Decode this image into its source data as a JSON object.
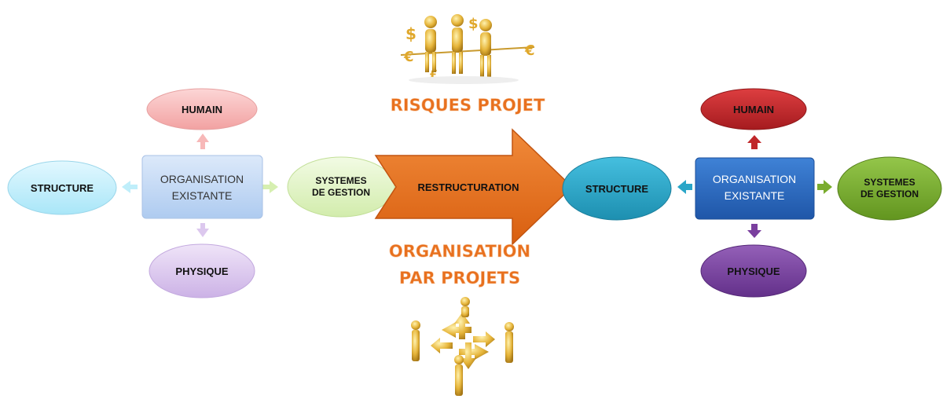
{
  "left_diagram": {
    "center": {
      "line1": "ORGANISATION",
      "line2": "EXISTANTE"
    },
    "top": "HUMAIN",
    "left": "STRUCTURE",
    "right": {
      "line1": "SYSTEMES",
      "line2": "DE GESTION"
    },
    "bottom": "PHYSIQUE"
  },
  "big_arrow": {
    "label": "RESTRUCTURATION",
    "color": "#e8701e"
  },
  "banner_top": "RISQUES PROJET",
  "banner_bottom": {
    "line1": "ORGANISATION",
    "line2": "PAR PROJETS"
  },
  "right_diagram": {
    "center": {
      "line1": "ORGANISATION",
      "line2": "EXISTANTE"
    },
    "top": "HUMAIN",
    "left": "STRUCTURE",
    "right": {
      "line1": "SYSTEMES",
      "line2": "DE GESTION"
    },
    "bottom": "PHYSIQUE"
  },
  "colors": {
    "left_humain": "#f7b8b8",
    "left_structure": "#bfeefa",
    "left_systemes": "#e4f5c8",
    "left_physique": "#e0ccf0",
    "left_center": "#c8dcf6",
    "right_humain": "#c0272a",
    "right_structure": "#2aa6c8",
    "right_systemes": "#7aac2e",
    "right_physique": "#7a3f9e",
    "right_center": "#2d6bbf"
  },
  "images": {
    "top_clipart": "golden-men-money-icon",
    "bottom_clipart": "golden-men-puzzle-arrows-icon"
  }
}
